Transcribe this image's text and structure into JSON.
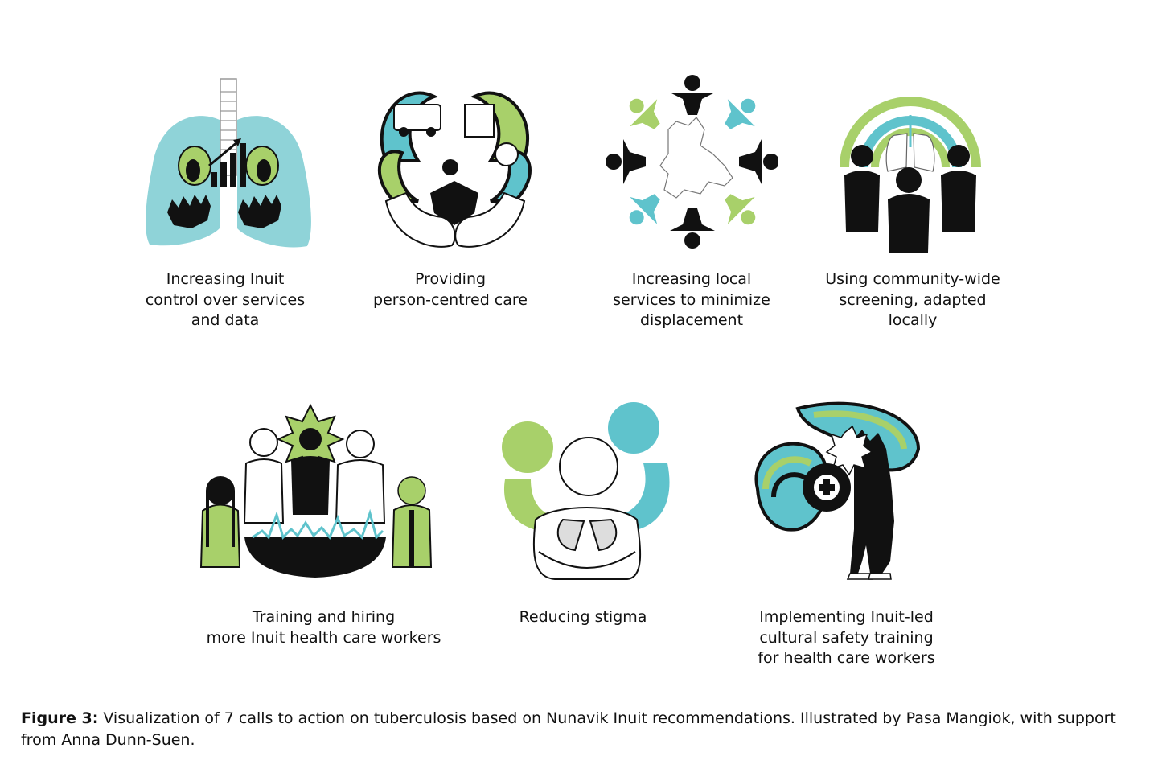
{
  "colors": {
    "green": "#a8d06a",
    "teal": "#5fc3cc",
    "black": "#111111",
    "light_teal": "#8fd3d8"
  },
  "items": [
    {
      "icon": "lungs-icon",
      "label": "Increasing Inuit\ncontrol over services\nand data"
    },
    {
      "icon": "caring-hands-icon",
      "label": "Providing\nperson-centred care"
    },
    {
      "icon": "circle-of-people-icon",
      "label": "Increasing local\nservices to minimize\ndisplacement"
    },
    {
      "icon": "rainbow-community-icon",
      "label": "Using community-wide\nscreening, adapted\nlocally"
    },
    {
      "icon": "health-workers-icon",
      "label": "Training and hiring\nmore Inuit health care workers"
    },
    {
      "icon": "embrace-icon",
      "label": "Reducing stigma"
    },
    {
      "icon": "cultural-safety-icon",
      "label": "Implementing Inuit-led\ncultural safety training\nfor health care workers"
    }
  ],
  "caption": {
    "prefix": "Figure 3:",
    "text": " Visualization of 7 calls to action on tuberculosis based on Nunavik Inuit recommendations. Illustrated by Pasa Mangiok, with support from Anna Dunn-Suen."
  }
}
